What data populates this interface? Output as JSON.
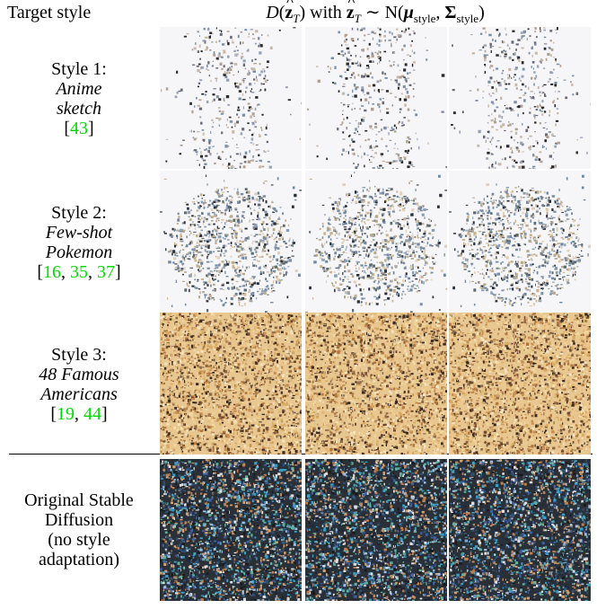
{
  "header": {
    "left": "Target style",
    "right_prefix": "D",
    "right_arg": "z",
    "right_sub_T": "T",
    "right_with": "with",
    "right_z": "z",
    "right_sim": "∼ N(",
    "right_mu": "μ",
    "right_style": "style",
    "right_comma": ",",
    "right_sigma": "Σ",
    "right_style2": "style",
    "right_close": ")"
  },
  "rows": [
    {
      "title": "Style 1:",
      "line1": "Anime",
      "line2": "sketch",
      "cite_open": "[",
      "cites": [
        "43"
      ],
      "cite_close": "]",
      "palette": "sparse"
    },
    {
      "title": "Style 2:",
      "line1": "Few-shot",
      "line2": "Pokemon",
      "cite_open": "[",
      "cites": [
        "16",
        "35",
        "37"
      ],
      "cite_close": "]",
      "palette": "blob"
    },
    {
      "title": "Style 3:",
      "line1": "48 Famous",
      "line2": "Americans",
      "cite_open": "[",
      "cites": [
        "19",
        "44"
      ],
      "cite_close": "]",
      "palette": "warm"
    },
    {
      "title": "Original Stable",
      "line1": "Diffusion",
      "line2": "(no style",
      "line3": "adaptation)",
      "palette": "dense"
    }
  ],
  "colors": {
    "cite": "#00dd00"
  }
}
